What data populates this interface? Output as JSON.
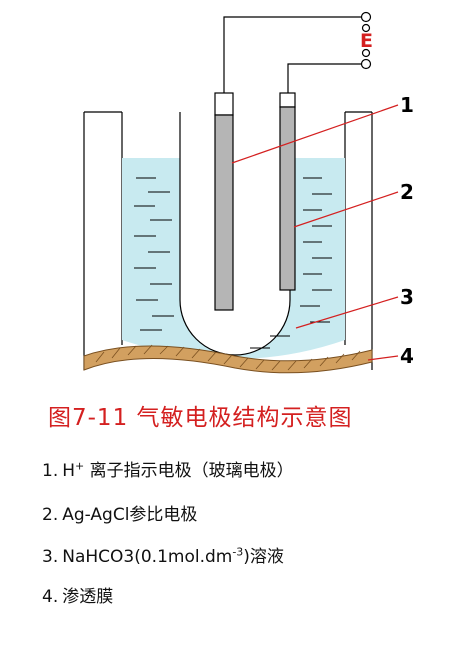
{
  "diagram": {
    "power_label": "E",
    "callout_numbers": [
      "1",
      "2",
      "3",
      "4"
    ]
  },
  "caption": "图7-11 气敏电极结构示意图",
  "legend": [
    {
      "num": "1.",
      "text_main": "H",
      "text_sup": "+",
      "text_rest": " 离子指示电极（玻璃电极）"
    },
    {
      "num": "2.",
      "text_main": "Ag-AgCl参比电极"
    },
    {
      "num": "3.",
      "text_main": "NaHCO3(0.1mol.dm",
      "text_sup": "-3",
      "text_rest": ")溶液"
    },
    {
      "num": "4.",
      "text_main": "渗透膜"
    }
  ],
  "colors": {
    "solution": "#c8eaf0",
    "membrane": "#d2a060",
    "electrode": "#b5b5b5",
    "callout": "#d42020",
    "caption": "#d42020"
  }
}
